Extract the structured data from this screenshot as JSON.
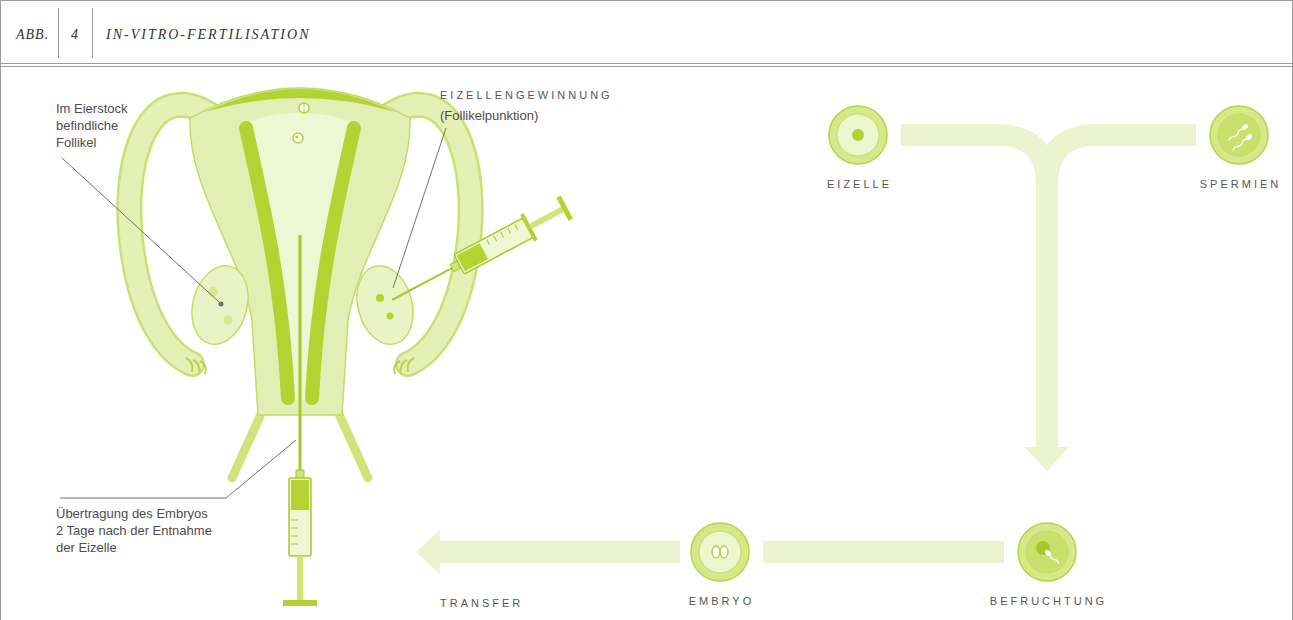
{
  "diagram": {
    "title": "IN-VITRO-FERTILISATION",
    "nodes": [
      {
        "text": [
          "EIZELLE"
        ]
      },
      {
        "text": [
          "SPERMIEN"
        ]
      },
      {
        "text": [
          "BEFRUCHTUNG"
        ]
      },
      {
        "text": [
          "EMBRYO"
        ]
      }
    ],
    "edges": [
      {
        "from": 0,
        "to": 2,
        "arrow": "to"
      },
      {
        "from": 1,
        "to": 2,
        "arrow": "to"
      },
      {
        "from": 2,
        "to": 3,
        "arrow": "none"
      }
    ],
    "labels": [
      "ABB.",
      "4",
      "Im Eierstock befindliche Follikel",
      "EIZELLENGEWINNUNG",
      "(Follikelpunktion)",
      "Übertragung des Embryos 2 Tage nach der Entnahme der Eizelle",
      "TRANSFER"
    ]
  }
}
